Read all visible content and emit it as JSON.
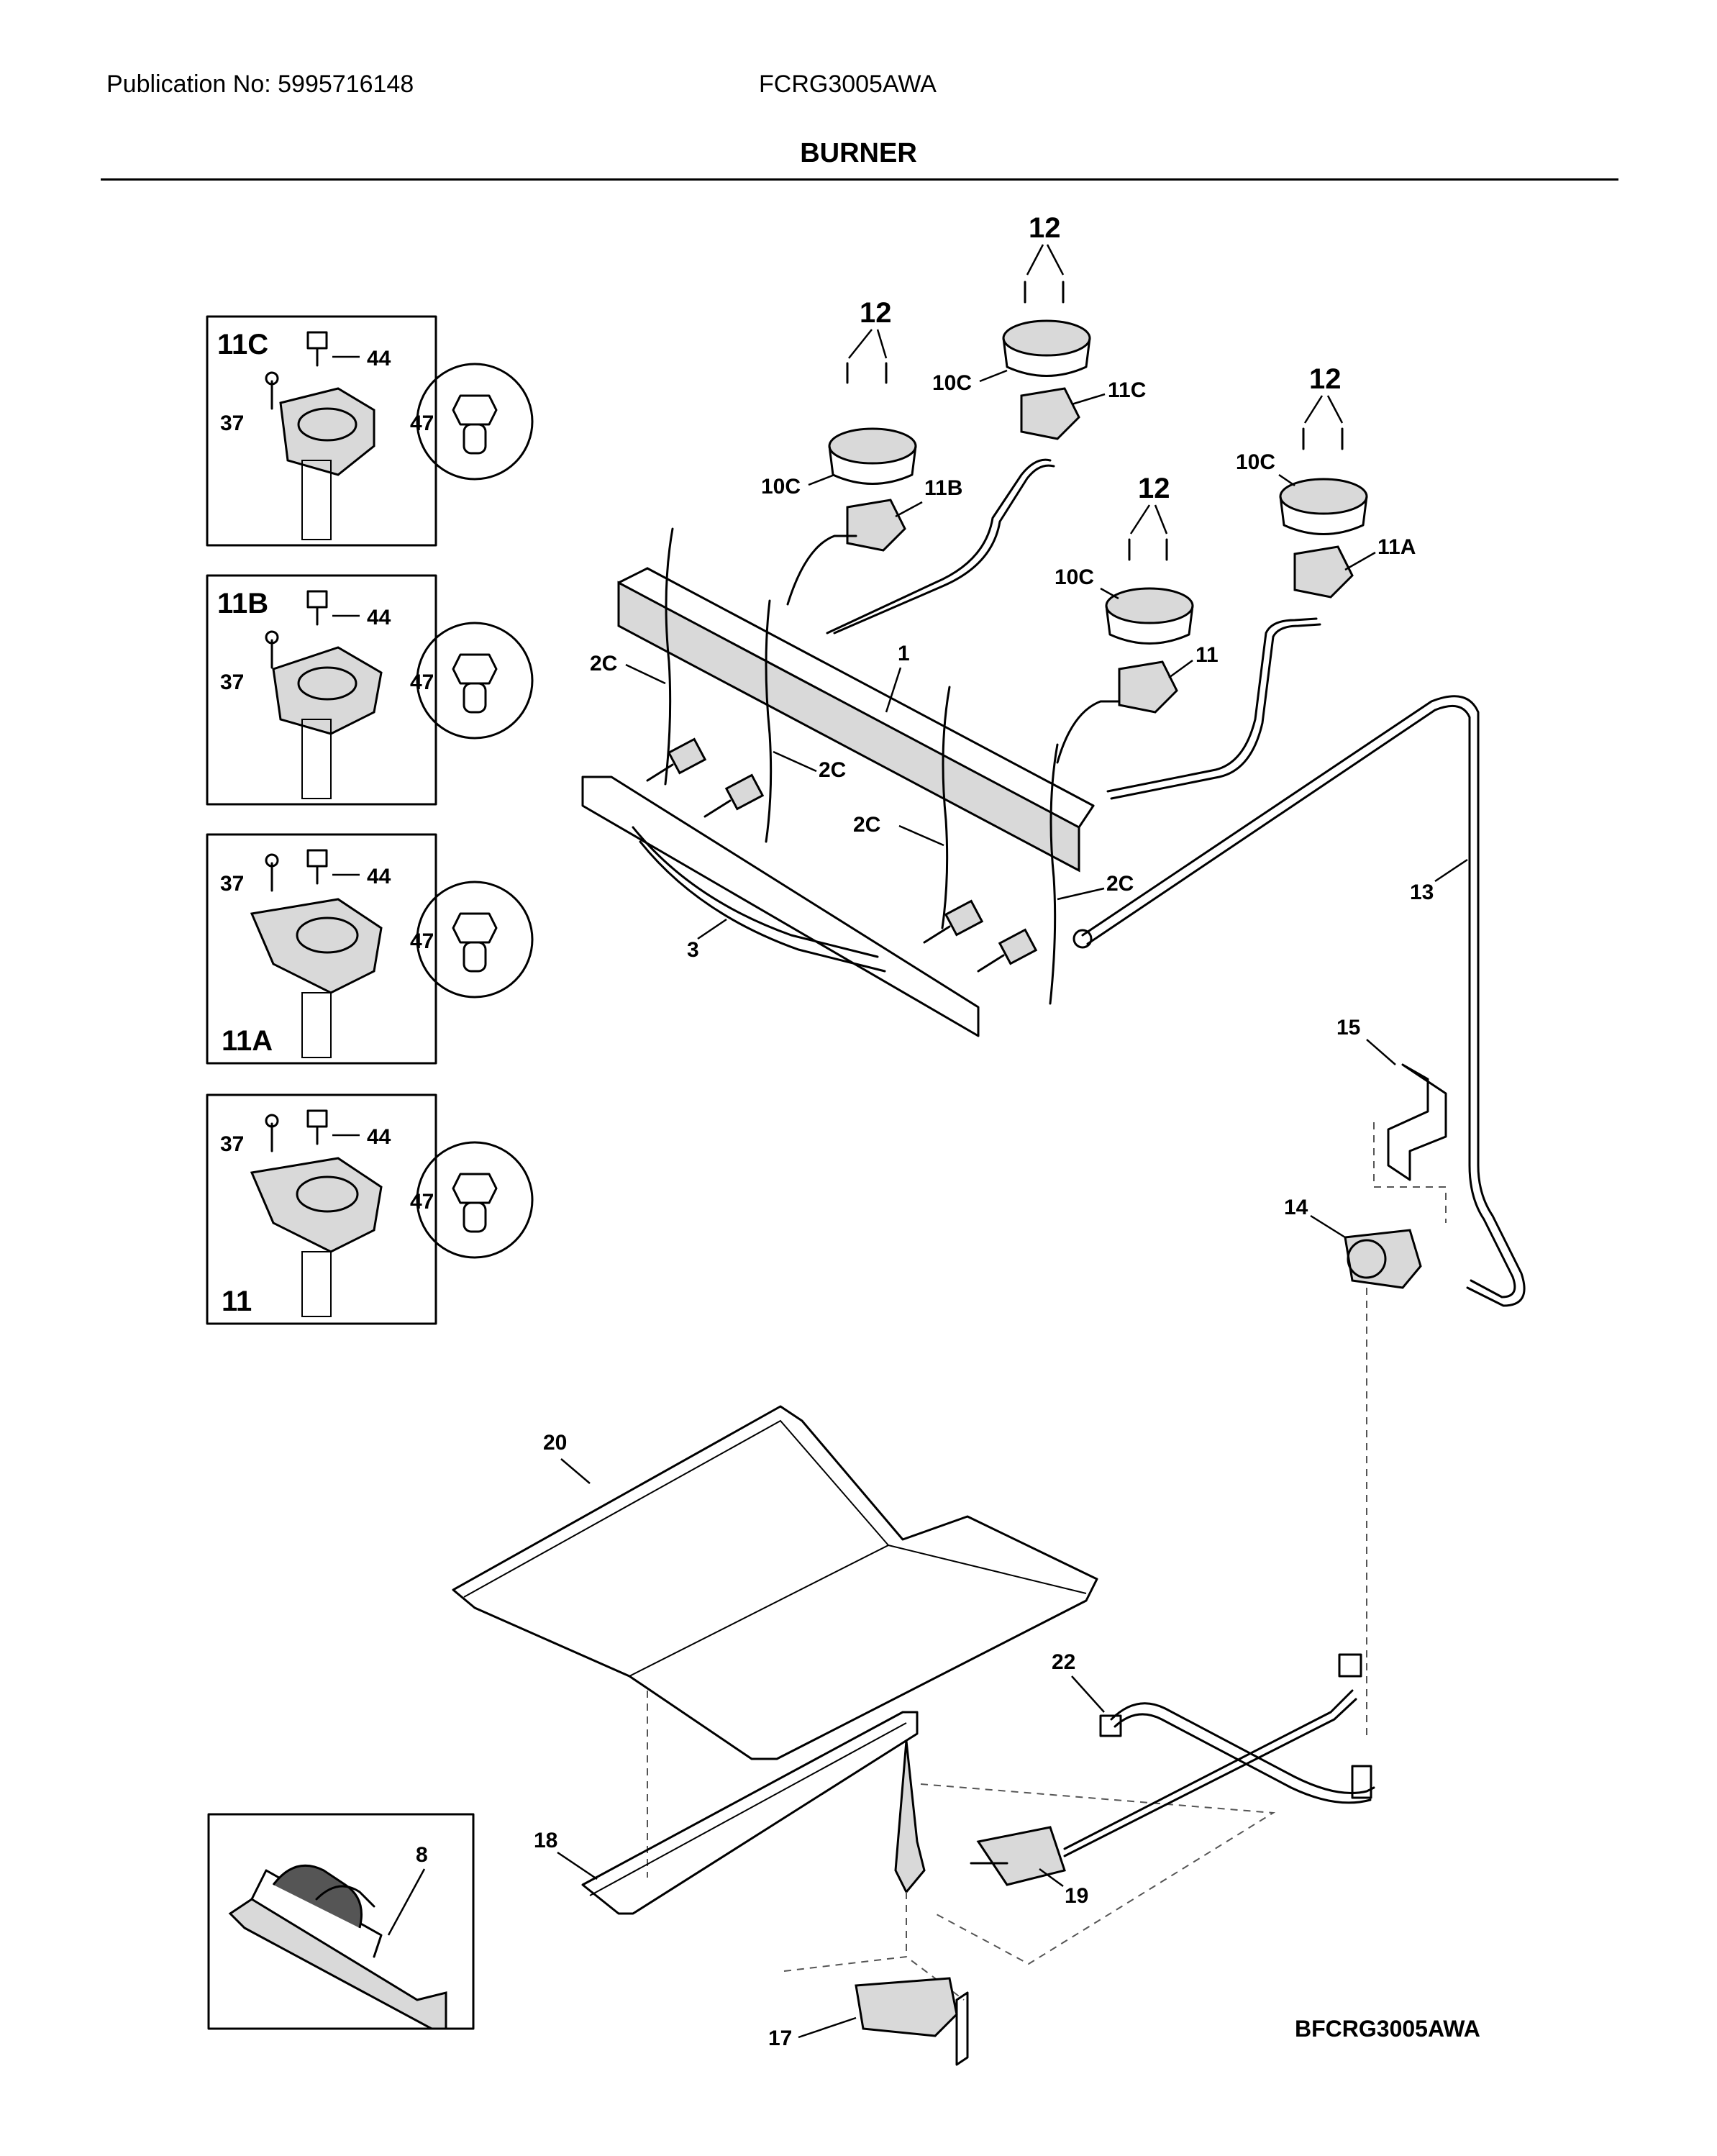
{
  "header": {
    "publication": "Publication No: 5995716148",
    "model": "FCRG3005AWA",
    "title": "BURNER"
  },
  "footer": {
    "code": "BFCRG3005AWA"
  },
  "insets": [
    {
      "id": "11C",
      "screw": "37",
      "cap": "44",
      "orifice": "47"
    },
    {
      "id": "11B",
      "screw": "37",
      "cap": "44",
      "orifice": "47"
    },
    {
      "id": "11A",
      "screw": "37",
      "cap": "44",
      "orifice": "47"
    },
    {
      "id": "11",
      "screw": "37",
      "cap": "44",
      "orifice": "47"
    }
  ],
  "callouts": {
    "screws": "12",
    "burner_head": "10C",
    "burner_11c": "11C",
    "burner_11b": "11B",
    "burner_11a": "11A",
    "burner_11": "11",
    "manifold": "1",
    "valve": "2C",
    "bracket": "3",
    "tube": "13",
    "regulator_bracket": "15",
    "regulator": "14",
    "shield": "20",
    "oven_tube": "22",
    "oven_burner": "18",
    "ignitor": "19",
    "spark_module": "8",
    "safety_valve": "17"
  },
  "colors": {
    "line": "#000000",
    "dash": "#555555",
    "fill": "#d9d9d9"
  }
}
